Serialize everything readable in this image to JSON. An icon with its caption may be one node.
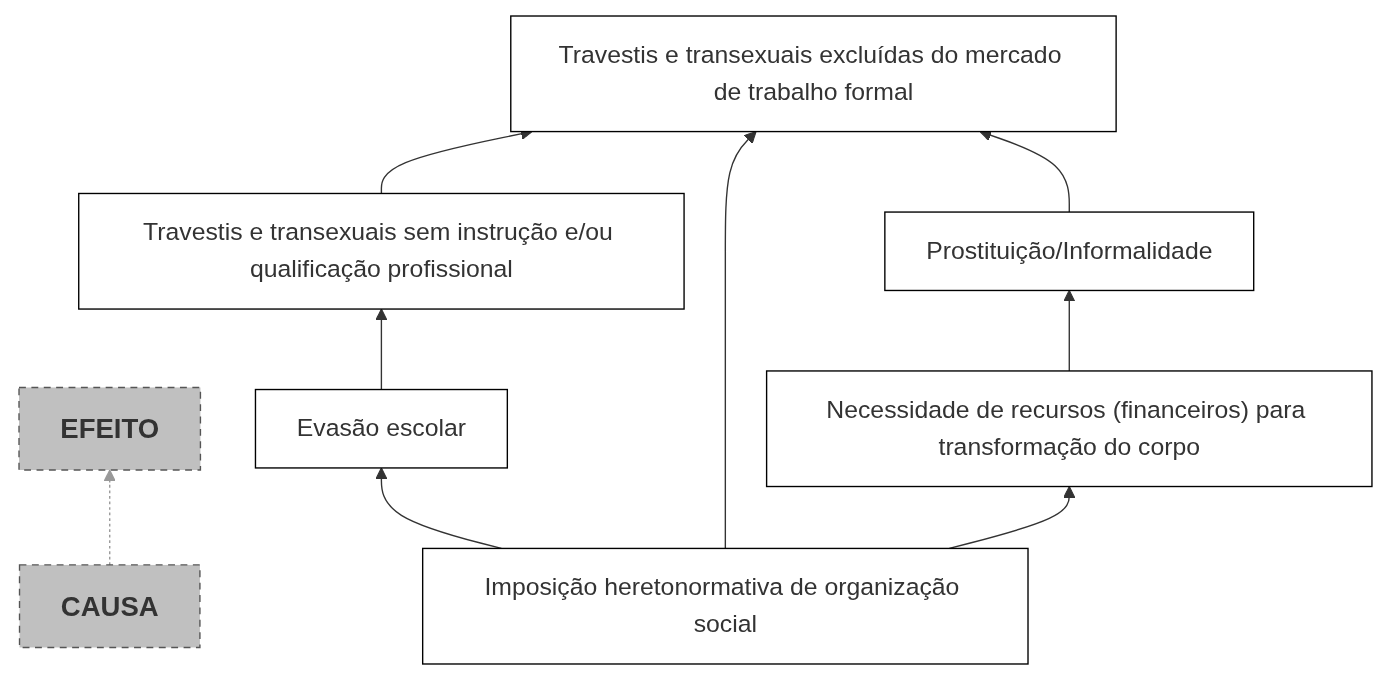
{
  "diagram": {
    "nodes": [
      {
        "text": [
          "EFEITO"
        ]
      },
      {
        "text": [
          "Travestis e transexuais excluídas do mercado de trabalho formal"
        ]
      },
      {
        "text": [
          "Travestis e transexuais sem instrução e/ou qualificação profissional"
        ]
      },
      {
        "text": [
          "Prostituição/Informalidade"
        ]
      },
      {
        "text": [
          "Evasão escolar"
        ]
      },
      {
        "text": [
          "Necessidade de recursos (financeiros) para transformação do corpo"
        ]
      },
      {
        "text": [
          "Imposição heretonormativa de organização social"
        ]
      },
      {
        "text": [
          "CAUSA"
        ]
      }
    ],
    "edges": [
      {
        "from": 6,
        "to": 4,
        "arrow": "to"
      },
      {
        "from": 4,
        "to": 2,
        "arrow": "to"
      },
      {
        "from": 2,
        "to": 1,
        "arrow": "to"
      },
      {
        "from": 6,
        "to": 1,
        "arrow": "to"
      },
      {
        "from": 6,
        "to": 5,
        "arrow": "to"
      },
      {
        "from": 5,
        "to": 3,
        "arrow": "to"
      },
      {
        "from": 3,
        "to": 1,
        "arrow": "to"
      },
      {
        "from": 7,
        "to": 0,
        "arrow": "to",
        "style": "dashed",
        "color": "#999999"
      }
    ]
  }
}
